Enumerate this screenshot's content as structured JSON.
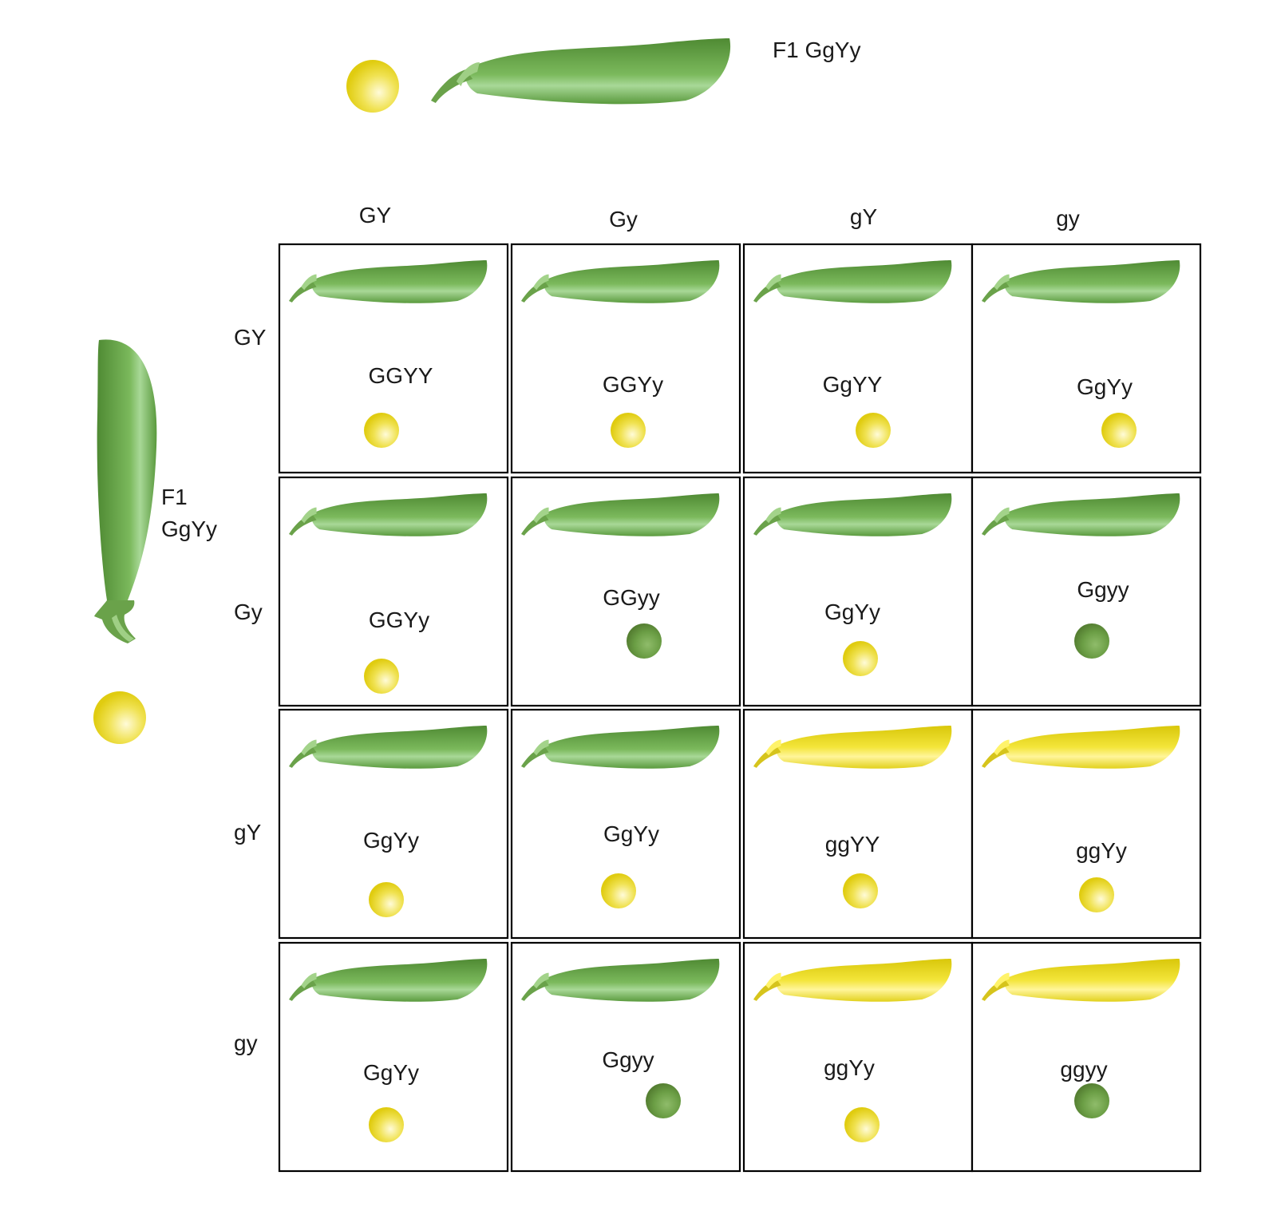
{
  "top_parent": {
    "label": "F1 GgYy",
    "pod_color": "green",
    "seed_color": "yellow"
  },
  "left_parent": {
    "label_line1": "F1",
    "label_line2": "GgYy",
    "pod_color": "green",
    "seed_color": "yellow"
  },
  "column_gametes": [
    "GY",
    "Gy",
    "gY",
    "gy"
  ],
  "row_gametes": [
    "GY",
    "Gy",
    "gY",
    "gy"
  ],
  "offspring": [
    [
      {
        "genotype": "GGYY",
        "pod": "green",
        "seed": "yellow"
      },
      {
        "genotype": "GGYy",
        "pod": "green",
        "seed": "yellow"
      },
      {
        "genotype": "GgYY",
        "pod": "green",
        "seed": "yellow"
      },
      {
        "genotype": "GgYy",
        "pod": "green",
        "seed": "yellow"
      }
    ],
    [
      {
        "genotype": "GGYy",
        "pod": "green",
        "seed": "yellow"
      },
      {
        "genotype": "GGyy",
        "pod": "green",
        "seed": "green"
      },
      {
        "genotype": "GgYy",
        "pod": "green",
        "seed": "yellow"
      },
      {
        "genotype": "Ggyy",
        "pod": "green",
        "seed": "green"
      }
    ],
    [
      {
        "genotype": "GgYy",
        "pod": "green",
        "seed": "yellow"
      },
      {
        "genotype": "GgYy",
        "pod": "green",
        "seed": "yellow"
      },
      {
        "genotype": "ggYY",
        "pod": "yellow",
        "seed": "yellow"
      },
      {
        "genotype": "ggYy",
        "pod": "yellow",
        "seed": "yellow"
      }
    ],
    [
      {
        "genotype": "GgYy",
        "pod": "green",
        "seed": "yellow"
      },
      {
        "genotype": "Ggyy",
        "pod": "green",
        "seed": "green"
      },
      {
        "genotype": "ggYy",
        "pod": "yellow",
        "seed": "yellow"
      },
      {
        "genotype": "ggyy",
        "pod": "yellow",
        "seed": "green"
      }
    ]
  ],
  "colors": {
    "pod_green": "#5e9a3c",
    "pod_green_light": "#9fd08a",
    "pod_yellow": "#e3d21a",
    "pod_yellow_light": "#fff27a",
    "seed_yellow": "#e6d411",
    "seed_yellow_light": "#fffbd0",
    "seed_green": "#5b8f36",
    "seed_green_light": "#8fbc6a",
    "grid_line": "#000000"
  }
}
